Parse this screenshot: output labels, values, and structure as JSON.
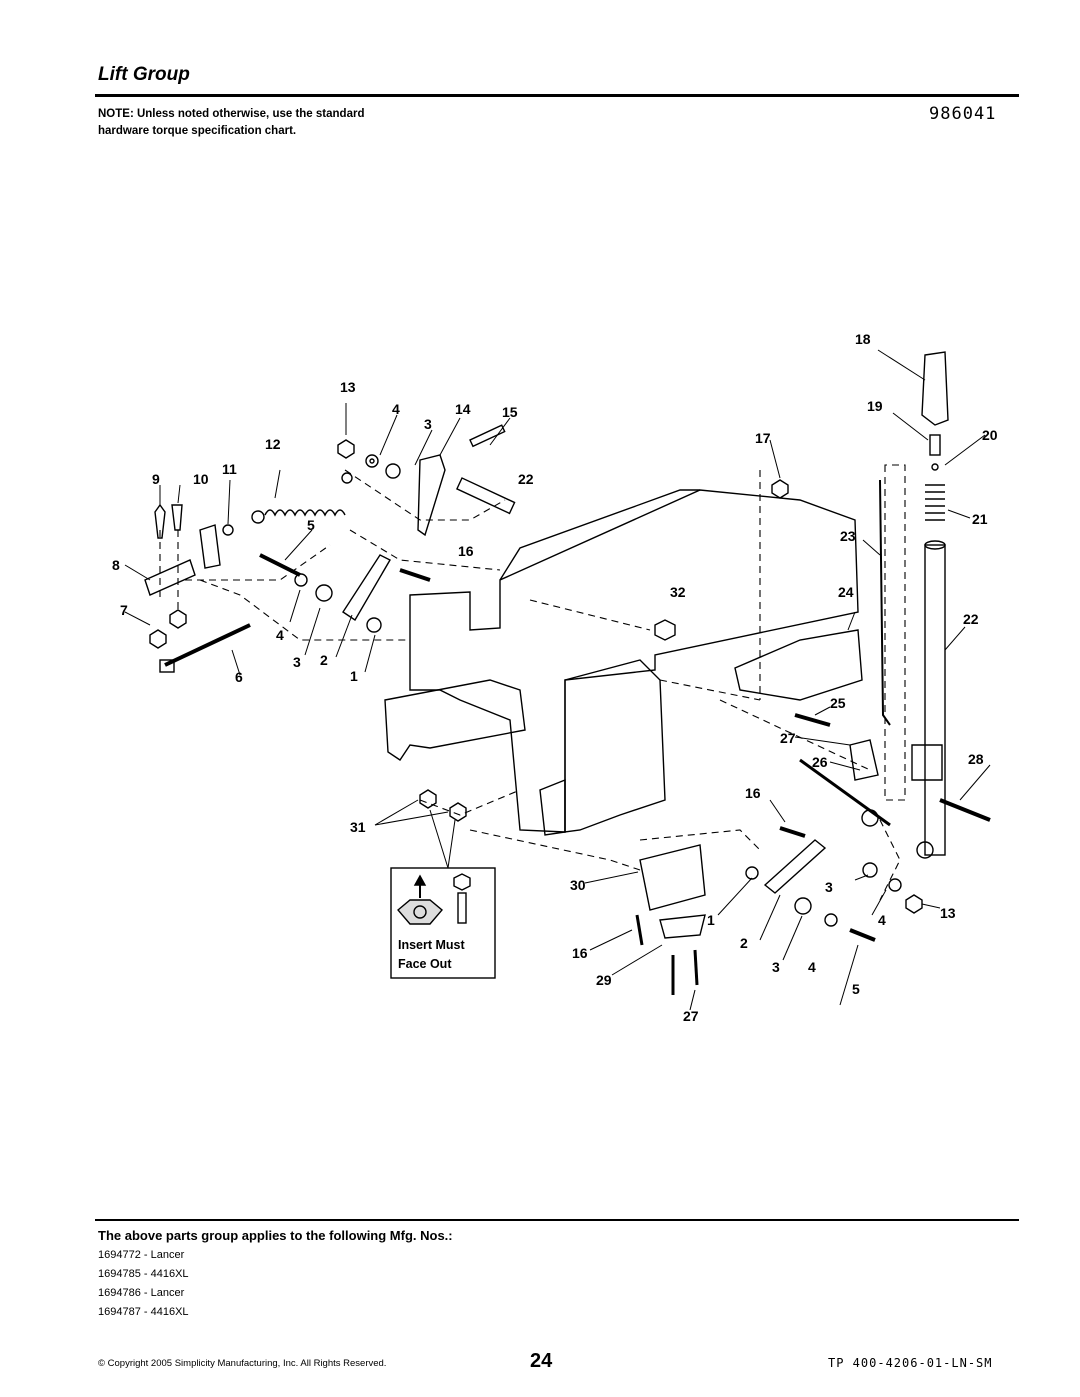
{
  "header": {
    "title": "Lift Group",
    "note": "NOTE: Unless noted otherwise, use the standard hardware torque specification chart.",
    "diagram_id": "986041"
  },
  "callouts": [
    "1",
    "2",
    "3",
    "4",
    "5",
    "6",
    "7",
    "8",
    "9",
    "10",
    "11",
    "12",
    "13",
    "14",
    "15",
    "16",
    "17",
    "18",
    "19",
    "20",
    "21",
    "22",
    "23",
    "24",
    "25",
    "26",
    "27",
    "28",
    "29",
    "30",
    "31",
    "32"
  ],
  "inset": {
    "line1": "Insert Must",
    "line2": "Face Out"
  },
  "applies": {
    "heading": "The above parts group applies to the following Mfg. Nos.:",
    "items": [
      "1694772 - Lancer",
      "1694785 - 4416XL",
      "1694786 - Lancer",
      "1694787 - 4416XL"
    ]
  },
  "footer": {
    "copyright": "© Copyright 2005 Simplicity Manufacturing, Inc. All Rights Reserved.",
    "page": "24",
    "doc_number": "TP 400-4206-01-LN-SM"
  }
}
